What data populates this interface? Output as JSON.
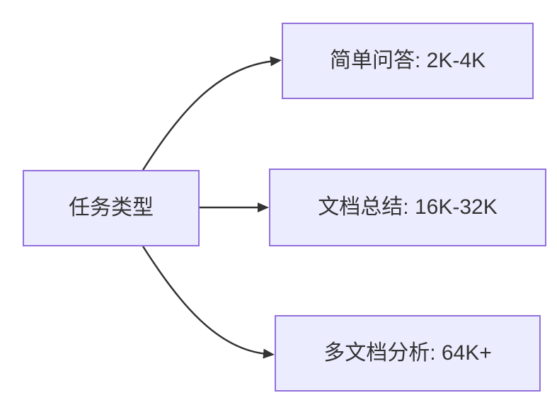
{
  "diagram": {
    "type": "flowchart-LR",
    "root": {
      "label": "任务类型"
    },
    "branches": [
      {
        "label": "简单问答: 2K-4K"
      },
      {
        "label": "文档总结: 16K-32K"
      },
      {
        "label": "多文档分析: 64K+"
      }
    ],
    "edges": [
      {
        "from": "任务类型",
        "to": "简单问答: 2K-4K"
      },
      {
        "from": "任务类型",
        "to": "文档总结: 16K-32K"
      },
      {
        "from": "任务类型",
        "to": "多文档分析: 64K+"
      }
    ],
    "colors": {
      "node_fill": "#ECECFF",
      "node_border": "#9370DB",
      "edge": "#333333",
      "text": "#333333",
      "background": "#FFFFFF"
    }
  }
}
